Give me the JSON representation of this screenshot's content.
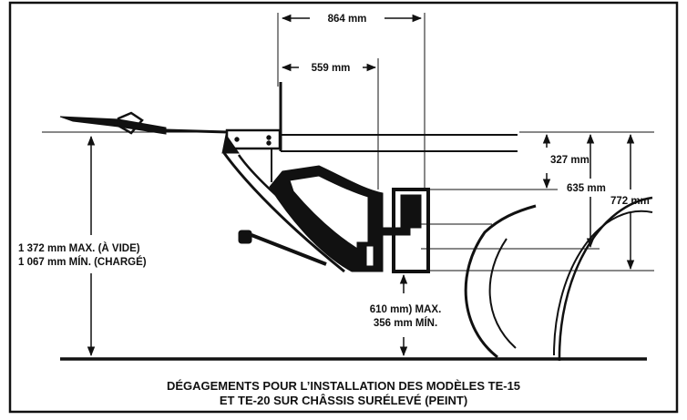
{
  "dimensions": {
    "overall_width": "864 mm",
    "inner_width": "559 mm",
    "frame_to_bumper": "327 mm",
    "frame_to_axle": "635 mm",
    "frame_to_wheel_center": "772 mm",
    "ground_clearance_max": "610 mm) MAX.",
    "ground_clearance_min": "356 mm MÍN.",
    "deck_height_empty": "1 372 mm MAX. (À VIDE)",
    "deck_height_loaded": "1 067 mm MÍN. (CHARGÉ)"
  },
  "caption": {
    "line1": "DÉGAGEMENTS POUR L’INSTALLATION DES MODÈLES TE-15",
    "line2": "ET TE-20 SUR CHÂSSIS SURÉLEVÉ (PEINT)"
  }
}
